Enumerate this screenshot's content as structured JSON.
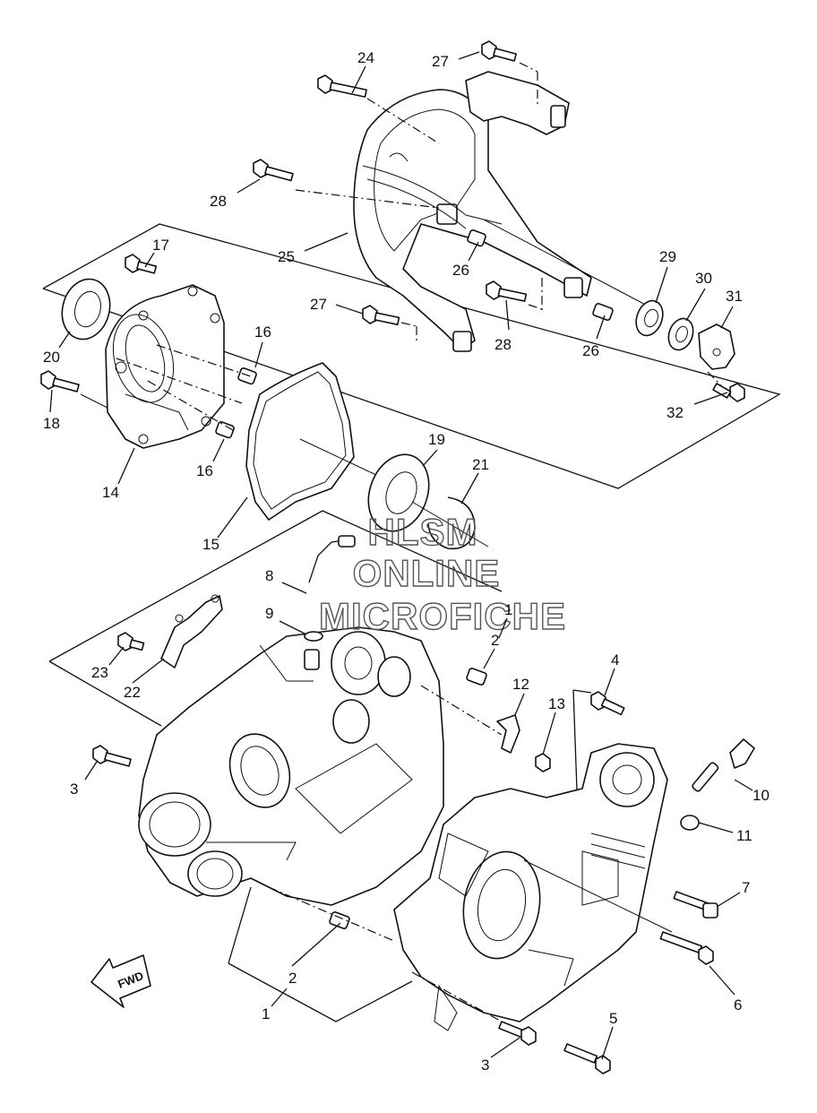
{
  "watermark": {
    "line1": "HLSM",
    "line2": "ONLINE",
    "line3": "MICROFICHE"
  },
  "direction_badge": "FWD",
  "callouts": [
    {
      "id": "c24",
      "text": "24"
    },
    {
      "id": "c27a",
      "text": "27"
    },
    {
      "id": "c28a",
      "text": "28"
    },
    {
      "id": "c25",
      "text": "25"
    },
    {
      "id": "c26a",
      "text": "26"
    },
    {
      "id": "c17",
      "text": "17"
    },
    {
      "id": "c27b",
      "text": "27"
    },
    {
      "id": "c28b",
      "text": "28"
    },
    {
      "id": "c26b",
      "text": "26"
    },
    {
      "id": "c29",
      "text": "29"
    },
    {
      "id": "c30",
      "text": "30"
    },
    {
      "id": "c31",
      "text": "31"
    },
    {
      "id": "c32",
      "text": "32"
    },
    {
      "id": "c20",
      "text": "20"
    },
    {
      "id": "c16a",
      "text": "16"
    },
    {
      "id": "c18",
      "text": "18"
    },
    {
      "id": "c16b",
      "text": "16"
    },
    {
      "id": "c14",
      "text": "14"
    },
    {
      "id": "c19",
      "text": "19"
    },
    {
      "id": "c21",
      "text": "21"
    },
    {
      "id": "c15",
      "text": "15"
    },
    {
      "id": "c8",
      "text": "8"
    },
    {
      "id": "c9",
      "text": "9"
    },
    {
      "id": "c1a",
      "text": "1"
    },
    {
      "id": "c2a",
      "text": "2"
    },
    {
      "id": "c4",
      "text": "4"
    },
    {
      "id": "c23",
      "text": "23"
    },
    {
      "id": "c22",
      "text": "22"
    },
    {
      "id": "c12",
      "text": "12"
    },
    {
      "id": "c13",
      "text": "13"
    },
    {
      "id": "c3a",
      "text": "3"
    },
    {
      "id": "c10",
      "text": "10"
    },
    {
      "id": "c11",
      "text": "11"
    },
    {
      "id": "c7",
      "text": "7"
    },
    {
      "id": "c6",
      "text": "6"
    },
    {
      "id": "c2b",
      "text": "2"
    },
    {
      "id": "c1b",
      "text": "1"
    },
    {
      "id": "c5",
      "text": "5"
    },
    {
      "id": "c3b",
      "text": "3"
    }
  ]
}
